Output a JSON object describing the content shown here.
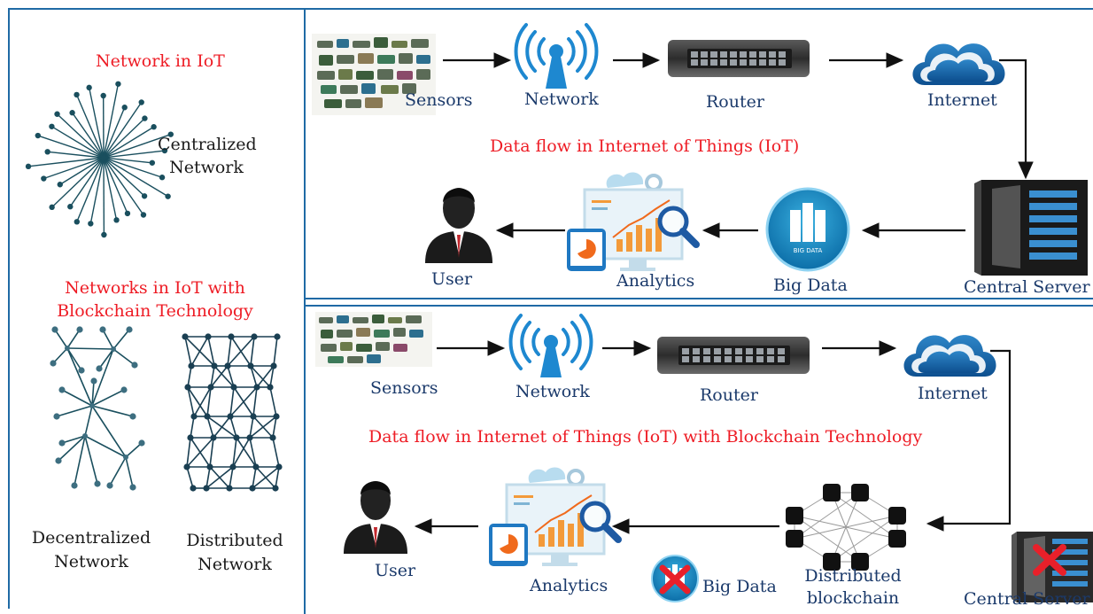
{
  "left_panel": {
    "network_title": "Network in IoT",
    "centralized_label": [
      "Centralized",
      "Network"
    ],
    "blockchain_title": [
      "Networks in IoT with",
      "Blockchain Technology"
    ],
    "decentralized_label": [
      "Decentralized",
      "Network"
    ],
    "distributed_label": [
      "Distributed",
      "Network"
    ]
  },
  "top_flow": {
    "title": "Data flow in Internet of Things (IoT)",
    "nodes": {
      "sensors": "Sensors",
      "network": "Network",
      "router": "Router",
      "internet": "Internet",
      "central_server": "Central Server",
      "big_data": "Big Data",
      "analytics": "Analytics",
      "user": "User"
    }
  },
  "bottom_flow": {
    "title": "Data flow in Internet of Things (IoT) with Blockchain Technology",
    "nodes": {
      "sensors": "Sensors",
      "network": "Network",
      "router": "Router",
      "internet": "Internet",
      "distributed_blockchain": [
        "Distributed",
        "blockchain"
      ],
      "central_server": "Central Server",
      "big_data": "Big Data",
      "analytics": "Analytics",
      "user": "User"
    }
  },
  "colors": {
    "frame": "#1f6aa5",
    "title_red": "#ee1c25",
    "label_blue": "#1b3a6b",
    "node_teal": "#1a4f5e"
  }
}
